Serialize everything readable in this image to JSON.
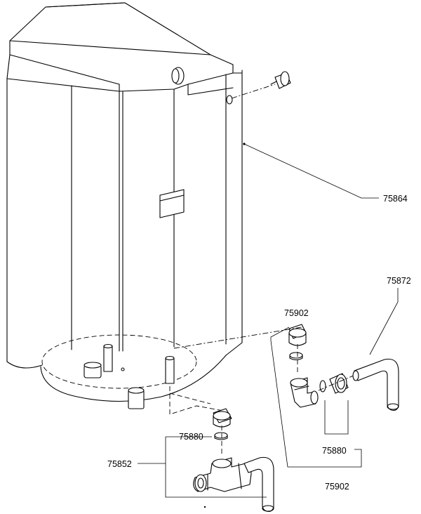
{
  "labels": {
    "heater_body": "75864",
    "pipe_bend": "75872",
    "upper_fitting_set": "75902",
    "lower_fitting_set": "75902",
    "right_seal_set": "75880",
    "left_seal_set": "75880",
    "valve_assembly": "75852"
  }
}
